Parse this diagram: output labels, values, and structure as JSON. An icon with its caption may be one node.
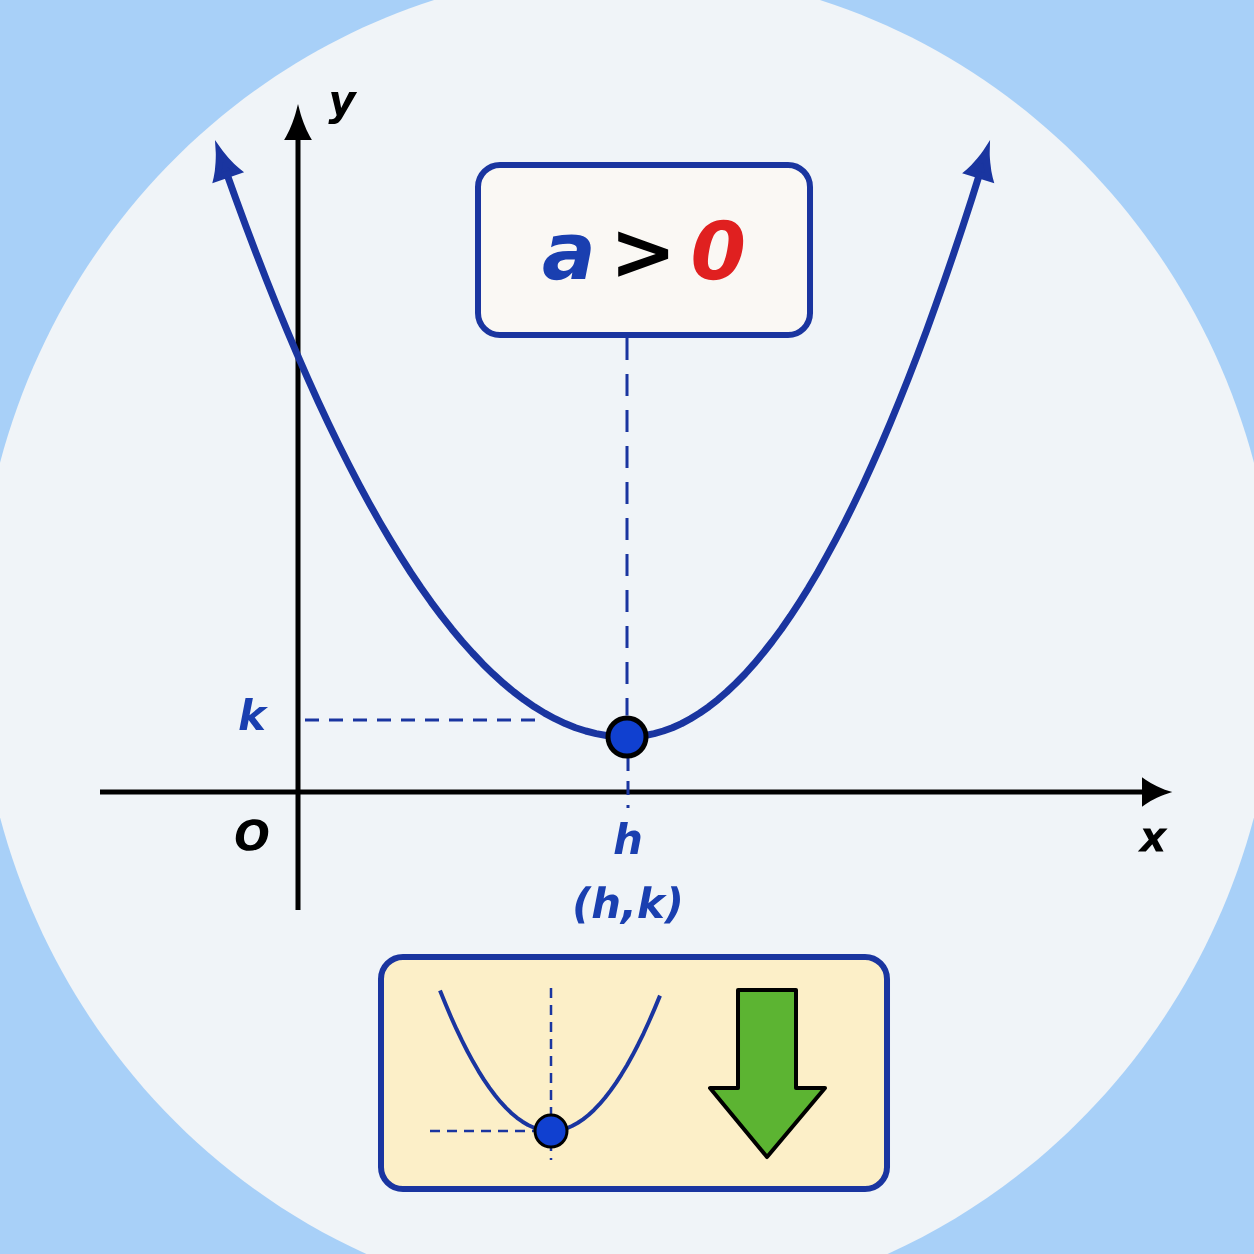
{
  "diagram": {
    "nodes": [
      {
        "text": [
          "a",
          ">",
          "0"
        ]
      },
      {
        "text": [],
        "shape": "circle"
      },
      {
        "text": [],
        "shape": "box"
      }
    ],
    "edges": [
      {
        "from": 0,
        "to": 1,
        "arrow": "none",
        "style": "dashed"
      }
    ],
    "labels": [
      "y",
      "k",
      "O",
      "h",
      "x",
      "(h,k)"
    ]
  }
}
